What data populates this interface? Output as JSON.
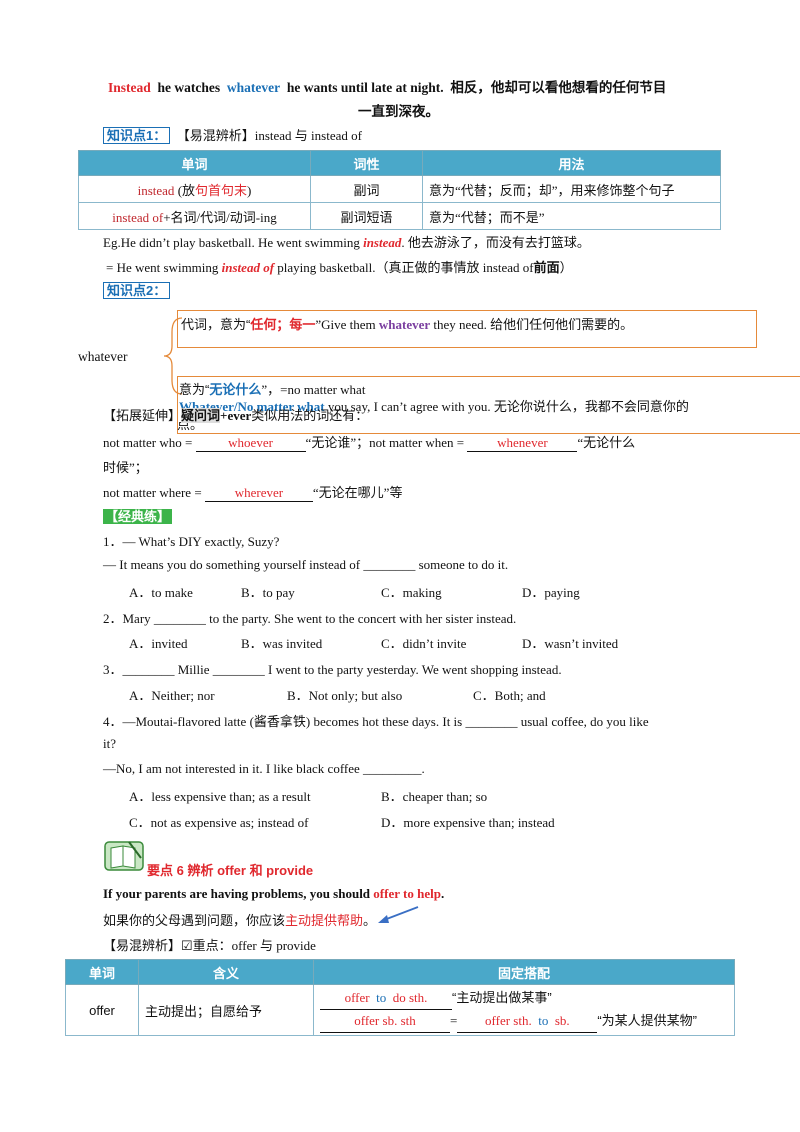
{
  "intro": {
    "w1": "Instead",
    "w2": "he watches",
    "w3": "whatever",
    "w4": "he wants until late at night.",
    "w5": "相反，他却可以看他想看的任何节目",
    "line2": "一直到深夜。"
  },
  "kp1": {
    "label": "知识点1：",
    "title": "【易混辨析】instead 与 instead of"
  },
  "table1": {
    "headers": [
      "单词",
      "词性",
      "用法"
    ],
    "rows": [
      {
        "word_a": "instead",
        "word_b": "(放",
        "word_c": "句首句末",
        "word_d": ")",
        "pos": "副词",
        "usage": "意为“代替；反而；却”，用来修饰整个句子"
      },
      {
        "word_a": "instead of",
        "word_b": "+名词/代词/动词-ing",
        "pos": "副词短语",
        "usage": "意为“代替；而不是”"
      }
    ]
  },
  "eg1": {
    "a": "Eg.He didn’t play basketball. He went swimming",
    "b": "instead",
    "c": ". 他去游泳了，而没有去打篮球。"
  },
  "eg2": {
    "a": "= He went swimming",
    "b": "instead of",
    "c": "playing basketball.（真正做的事情放 instead of",
    "d": "前面",
    "e": "）"
  },
  "kp2": {
    "label": "知识点2："
  },
  "whatever": {
    "word": "whatever",
    "b1_a": "代词，意为“",
    "b1_b": "任何；每一",
    "b1_c": "”Give them",
    "b1_d": "whatever",
    "b1_e": "they need. 给他们任何他们需要的。",
    "b2_a": "意为“",
    "b2_b": "无论什么",
    "b2_c": "”，=no matter what",
    "b2_d": "Whatever/No matter what",
    "b2_e": "you say, I can’t agree with you. 无论你说什么，我都不会同意你的",
    "b2_f": "点。"
  },
  "ext": {
    "a": "【拓展延伸】",
    "b": "疑问词",
    "c": "+ever",
    "d": "类似用法的词还有：",
    "who_a": "not matter who =",
    "who_ans": "whoever",
    "who_b": "“无论谁”；not matter when =",
    "when_ans": "whenever",
    "when_b": "“无论什么",
    "time": "时候”；",
    "where_a": "not matter where =",
    "where_ans": "wherever",
    "where_b": "“无论在哪儿”等"
  },
  "classic": "【经典练】",
  "q1": {
    "q": "1．— What’s DIY exactly, Suzy?",
    "l2": "— It means you do something yourself instead of ________ someone to do it.",
    "opts": [
      "A．to make",
      "B．to pay",
      "C．making",
      "D．paying"
    ]
  },
  "q2": {
    "q": "2．Mary ________ to the party. She went to the concert with her sister instead.",
    "opts": [
      "A．invited",
      "B．was invited",
      "C．didn’t invite",
      "D．wasn’t invited"
    ]
  },
  "q3": {
    "q": "3．________ Millie ________ I went to the party yesterday. We went shopping instead.",
    "opts": [
      "A．Neither; nor",
      "B．Not only; but also",
      "C．Both; and"
    ]
  },
  "q4": {
    "q": "4．—Moutai-flavored latte (酱香拿铁) becomes hot these days. It is ________ usual coffee, do you like",
    "q2": "it?",
    "l3": "—No, I am not interested in it. I like black coffee _________.",
    "opts": [
      "A．less expensive than; as a result",
      "B．cheaper than; so",
      "C．not as expensive as; instead of",
      "D．more expensive than; instead"
    ]
  },
  "point6": {
    "a": "要点 6  辨析 offer 和 provide"
  },
  "ex6": {
    "a": "If your parents are having problems, you should",
    "b": "offer to help",
    "c": ".",
    "zh_a": "如果你的父母遇到问题，你应该",
    "zh_b": "主动提供帮助",
    "zh_c": "。"
  },
  "bx": {
    "a": "【易混辨析】",
    "b": "☑重点：offer 与 provide"
  },
  "table2": {
    "headers": [
      "单词",
      "含义",
      "固定搭配"
    ],
    "word": "offer",
    "meaning": "主动提出；自愿给予",
    "r1_a": "offer",
    "r1_b": "to",
    "r1_c": "do sth.",
    "r1_d": "“主动提出做某事”",
    "r2_a": "offer sb. sth",
    "r2_b": "=",
    "r2_c": "offer sth.",
    "r2_d": "to",
    "r2_e": "sb.",
    "r2_f": "“为某人提供某物”"
  },
  "colors": {
    "header": "#4aa8c9",
    "red": "#e0282e",
    "blue": "#1a6fb5",
    "orange": "#e58a3a"
  }
}
